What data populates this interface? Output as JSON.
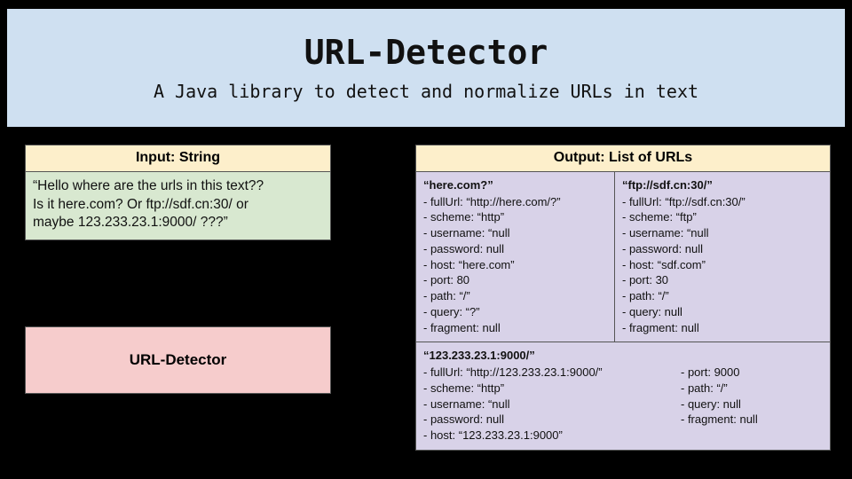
{
  "banner": {
    "title": "URL-Detector",
    "subtitle": "A Java library to detect and normalize URLs in text",
    "background_color": "#cfe0f1"
  },
  "input_panel": {
    "header": "Input: String",
    "header_color": "#fdefcb",
    "body_color": "#d8e8d0",
    "lines": [
      "“Hello where are the urls in this text??",
      "Is it here.com? Or ftp://sdf.cn:30/ or",
      "maybe 123.233.23.1:9000/ ???”"
    ]
  },
  "detector_box": {
    "label": "URL-Detector",
    "background_color": "#f6cccc"
  },
  "output_panel": {
    "header": "Output: List of URLs",
    "header_color": "#fdefcb",
    "body_color": "#d8d2e8",
    "results": [
      {
        "title": "“here.com?”",
        "fields": [
          "- fullUrl: “http://here.com/?”",
          "- scheme: “http”",
          "- username: “null",
          "- password: null",
          "- host: “here.com”",
          "- port: 80",
          "- path: “/”",
          "- query: “?”",
          "- fragment: null"
        ]
      },
      {
        "title": "“ftp://sdf.cn:30/”",
        "fields": [
          "- fullUrl: “ftp://sdf.cn:30/”",
          "- scheme: “ftp”",
          "- username: “null",
          "- password: null",
          "- host: “sdf.com”",
          "- port: 30",
          "- path: “/”",
          "- query: null",
          "- fragment: null"
        ]
      },
      {
        "title": "“123.233.23.1:9000/”",
        "fields_left": [
          "- fullUrl: “http://123.233.23.1:9000/”",
          "- scheme: “http”",
          "- username: “null",
          "- password: null",
          "- host: “123.233.23.1:9000”"
        ],
        "fields_right": [
          "- port: 9000",
          "- path: “/”",
          "- query: null",
          "- fragment: null"
        ]
      }
    ]
  }
}
